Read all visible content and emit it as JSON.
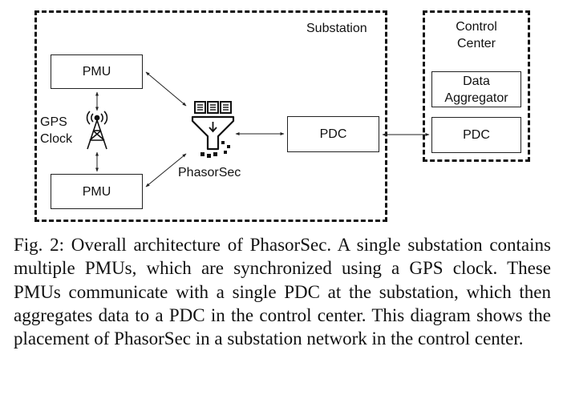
{
  "diagram": {
    "substation_label": "Substation",
    "control_center_label": "Control\nCenter",
    "pmu_top": "PMU",
    "pmu_bottom": "PMU",
    "gps_label": "GPS\nClock",
    "phasorsec_label": "PhasorSec",
    "pdc_substation": "PDC",
    "data_aggregator": "Data\nAggregator",
    "pdc_control": "PDC"
  },
  "caption": "Fig. 2: Overall architecture of PhasorSec. A single substation contains multiple PMUs, which are synchronized using a GPS clock. These PMUs communicate with a single PDC at the substation, which then aggregates data to a PDC in the control center. This diagram shows the placement of PhasorSec in a substation network in the control center."
}
